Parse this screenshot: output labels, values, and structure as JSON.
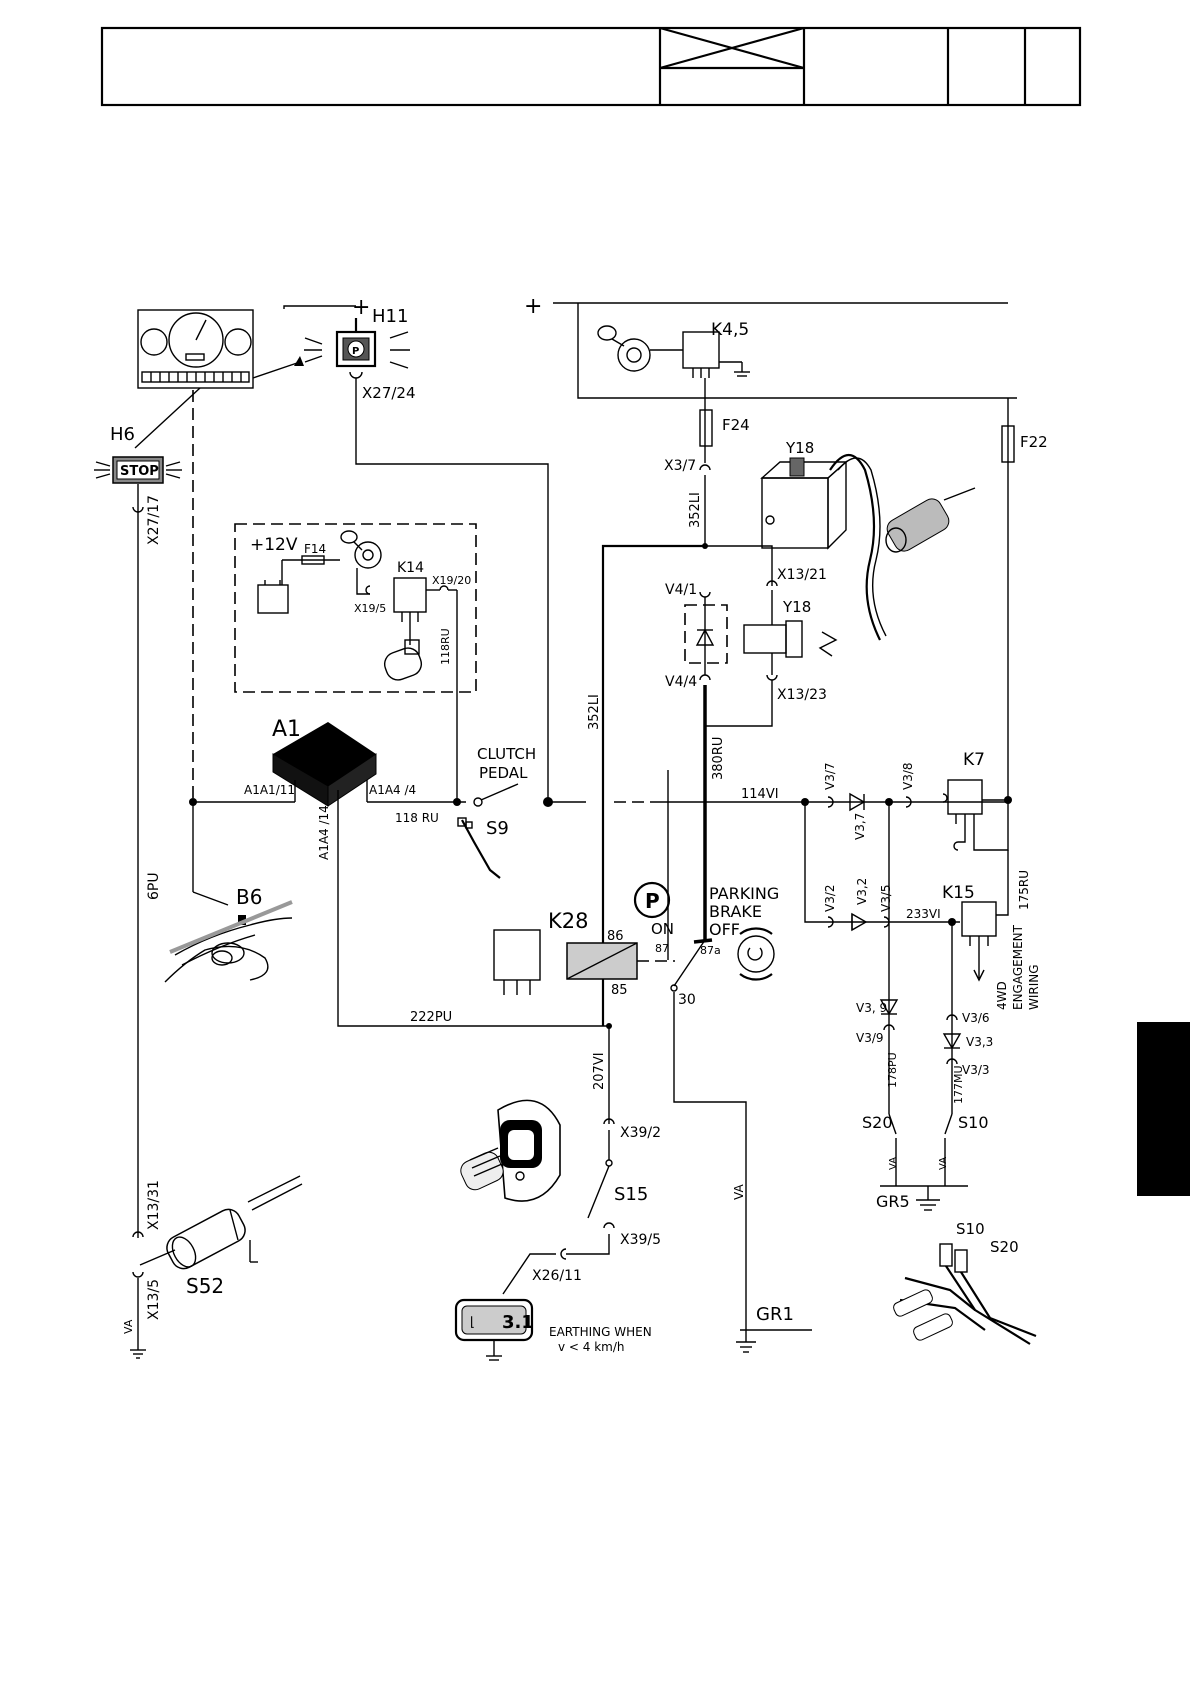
{
  "components": {
    "A1": "A1",
    "H11": "H11",
    "H6": "H6",
    "H6_lamp": "STOP",
    "K4": "K4,5",
    "K14": "K14",
    "K28": "K28",
    "K7": "K7",
    "K15": "K15",
    "Y18a": "Y18",
    "Y18b": "Y18",
    "F24": "F24",
    "F22": "F22",
    "F14": "F14",
    "B6": "B6",
    "S9": "S9",
    "S15": "S15",
    "S52": "S52",
    "S10": "S10",
    "S20": "S20",
    "S10b": "S10",
    "S20b": "S20",
    "GR1": "GR1",
    "GR5": "GR5",
    "V41": "V4/1",
    "V44": "V4/4"
  },
  "connectors": {
    "X2724": "X27/24",
    "X2717": "X27/17",
    "X37": "X3/7",
    "X1321": "X13/21",
    "X1323": "X13/23",
    "X1920": "X19/20",
    "X195": "X19/5",
    "X392": "X39/2",
    "X395": "X39/5",
    "X2611": "X26/11",
    "X1331": "X13/31",
    "X135": "X13/5",
    "A1A1_11": "A1A1/11",
    "A1A4_4": "A1A4 /4",
    "A1A4_14": "A1A4 /14",
    "V37": "V3/7",
    "V37b": "V3,7",
    "V38": "V3/8",
    "V32": "V3/2",
    "V32b": "V3,2",
    "V35": "V3/5",
    "V39": "V3, 9",
    "V39b": "V3/9",
    "V36": "V3/6",
    "V33": "V3,3",
    "V33b": "V3/3"
  },
  "wires": {
    "w352LI_a": "352LI",
    "w352LI_b": "352LI",
    "w380RU": "380RU",
    "w114VI": "114VI",
    "w233VI": "233VI",
    "w175RU": "175RU",
    "w118RU_a": "118RU",
    "w118RU_b": "118 RU",
    "w6PU": "6PU",
    "w222PU": "222PU",
    "w207VI": "207VI",
    "w178PU": "178PU",
    "w177MU": "177MU",
    "wVA_1": "VA",
    "wVA_2": "VA",
    "wVA_3": "VA",
    "wVA_4": "VA"
  },
  "texts": {
    "plus_a": "+",
    "plus_b": "+",
    "plus12v": "+12V",
    "clutch1": "CLUTCH",
    "clutch2": "PEDAL",
    "parking1": "PARKING",
    "parking2": "BRAKE",
    "off": "OFF",
    "on": "ON",
    "p_symbol": "P",
    "pin86": "86",
    "pin85": "85",
    "pin87": "87",
    "pin87a": "87a",
    "pin30": "30",
    "earth1": "EARTHING WHEN",
    "earth2": "v < 4 km/h",
    "display_val": "3.1",
    "wd1": "4WD",
    "wd2": "ENGAGEMENT",
    "wd3": "WIRING"
  }
}
